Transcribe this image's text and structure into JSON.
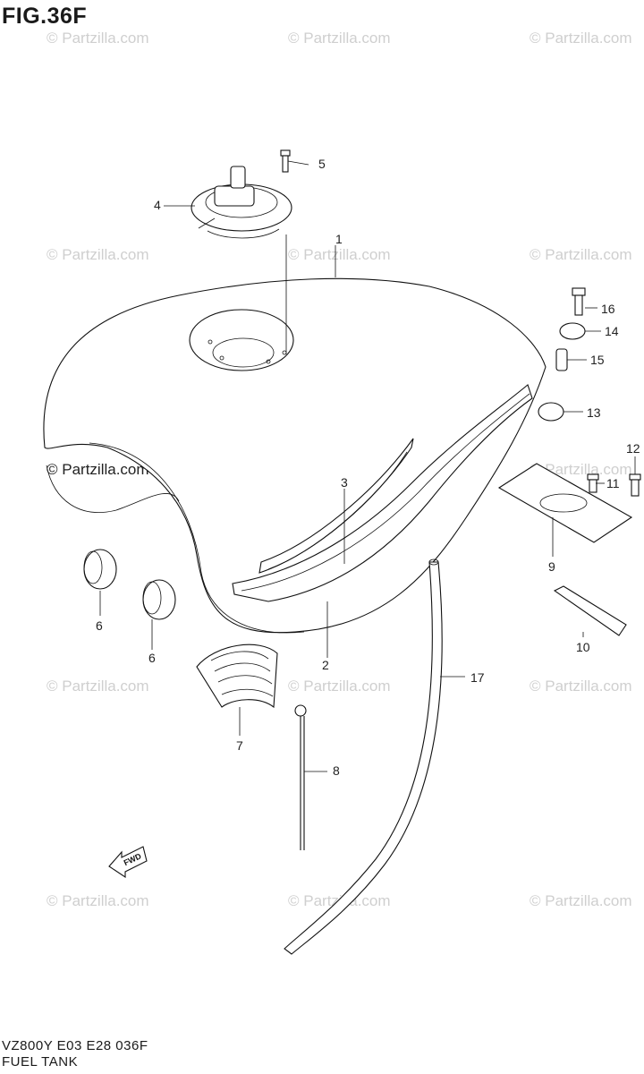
{
  "figure_title": "FIG.36F",
  "watermark": "© Partzilla.com",
  "callouts": [
    "1",
    "2",
    "3",
    "4",
    "5",
    "6",
    "6",
    "7",
    "8",
    "9",
    "10",
    "11",
    "12",
    "13",
    "14",
    "15",
    "16",
    "17"
  ],
  "arrow_label": "FWD",
  "footer": {
    "code": "VZ800Y E03 E28  036F",
    "name": "FUEL TANK"
  }
}
